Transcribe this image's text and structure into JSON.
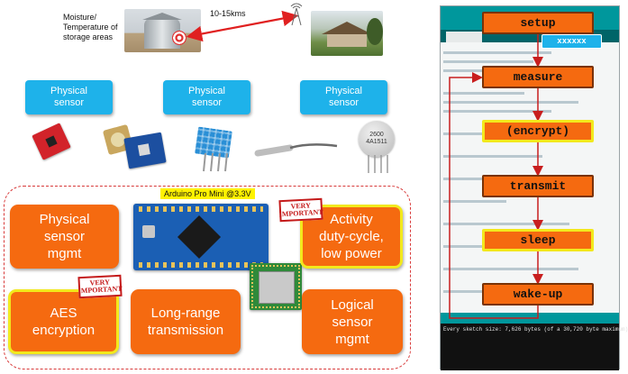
{
  "top": {
    "storage_label": "Moisture/\nTemperature of\nstorage areas",
    "distance_label": "10-15kms"
  },
  "physical_sensors": [
    "Physical\nsensor",
    "Physical\nsensor",
    "Physical\nsensor"
  ],
  "sensor_chip_labels": {
    "dht": "",
    "gas": "2600\n4A1511"
  },
  "arduino_label": "Arduino Pro Mini @3.3V",
  "boxes": {
    "physical_mgmt": "Physical\nsensor\nmgmt",
    "activity": "Activity\nduty-cycle,\nlow power",
    "aes": "AES\nencryption",
    "long_range": "Long-range\ntransmission",
    "logical": "Logical\nsensor\nmgmt"
  },
  "stamps": {
    "stamp1": "VERY\nIMPORTANT",
    "stamp2": "VERY\nIMPORTANT"
  },
  "flow": {
    "steps": [
      "setup",
      "measure",
      "(encrypt)",
      "transmit",
      "sleep",
      "wake-up"
    ],
    "badge": "xxxxxx",
    "console_text": "Every sketch size: 7,626 bytes (of a 30,720 byte maximum)"
  },
  "colors": {
    "orange": "#f56a10",
    "blue": "#1eb2ea",
    "yellow": "#f2e91d",
    "red_arrow": "#e02020",
    "teal": "#00979c"
  }
}
